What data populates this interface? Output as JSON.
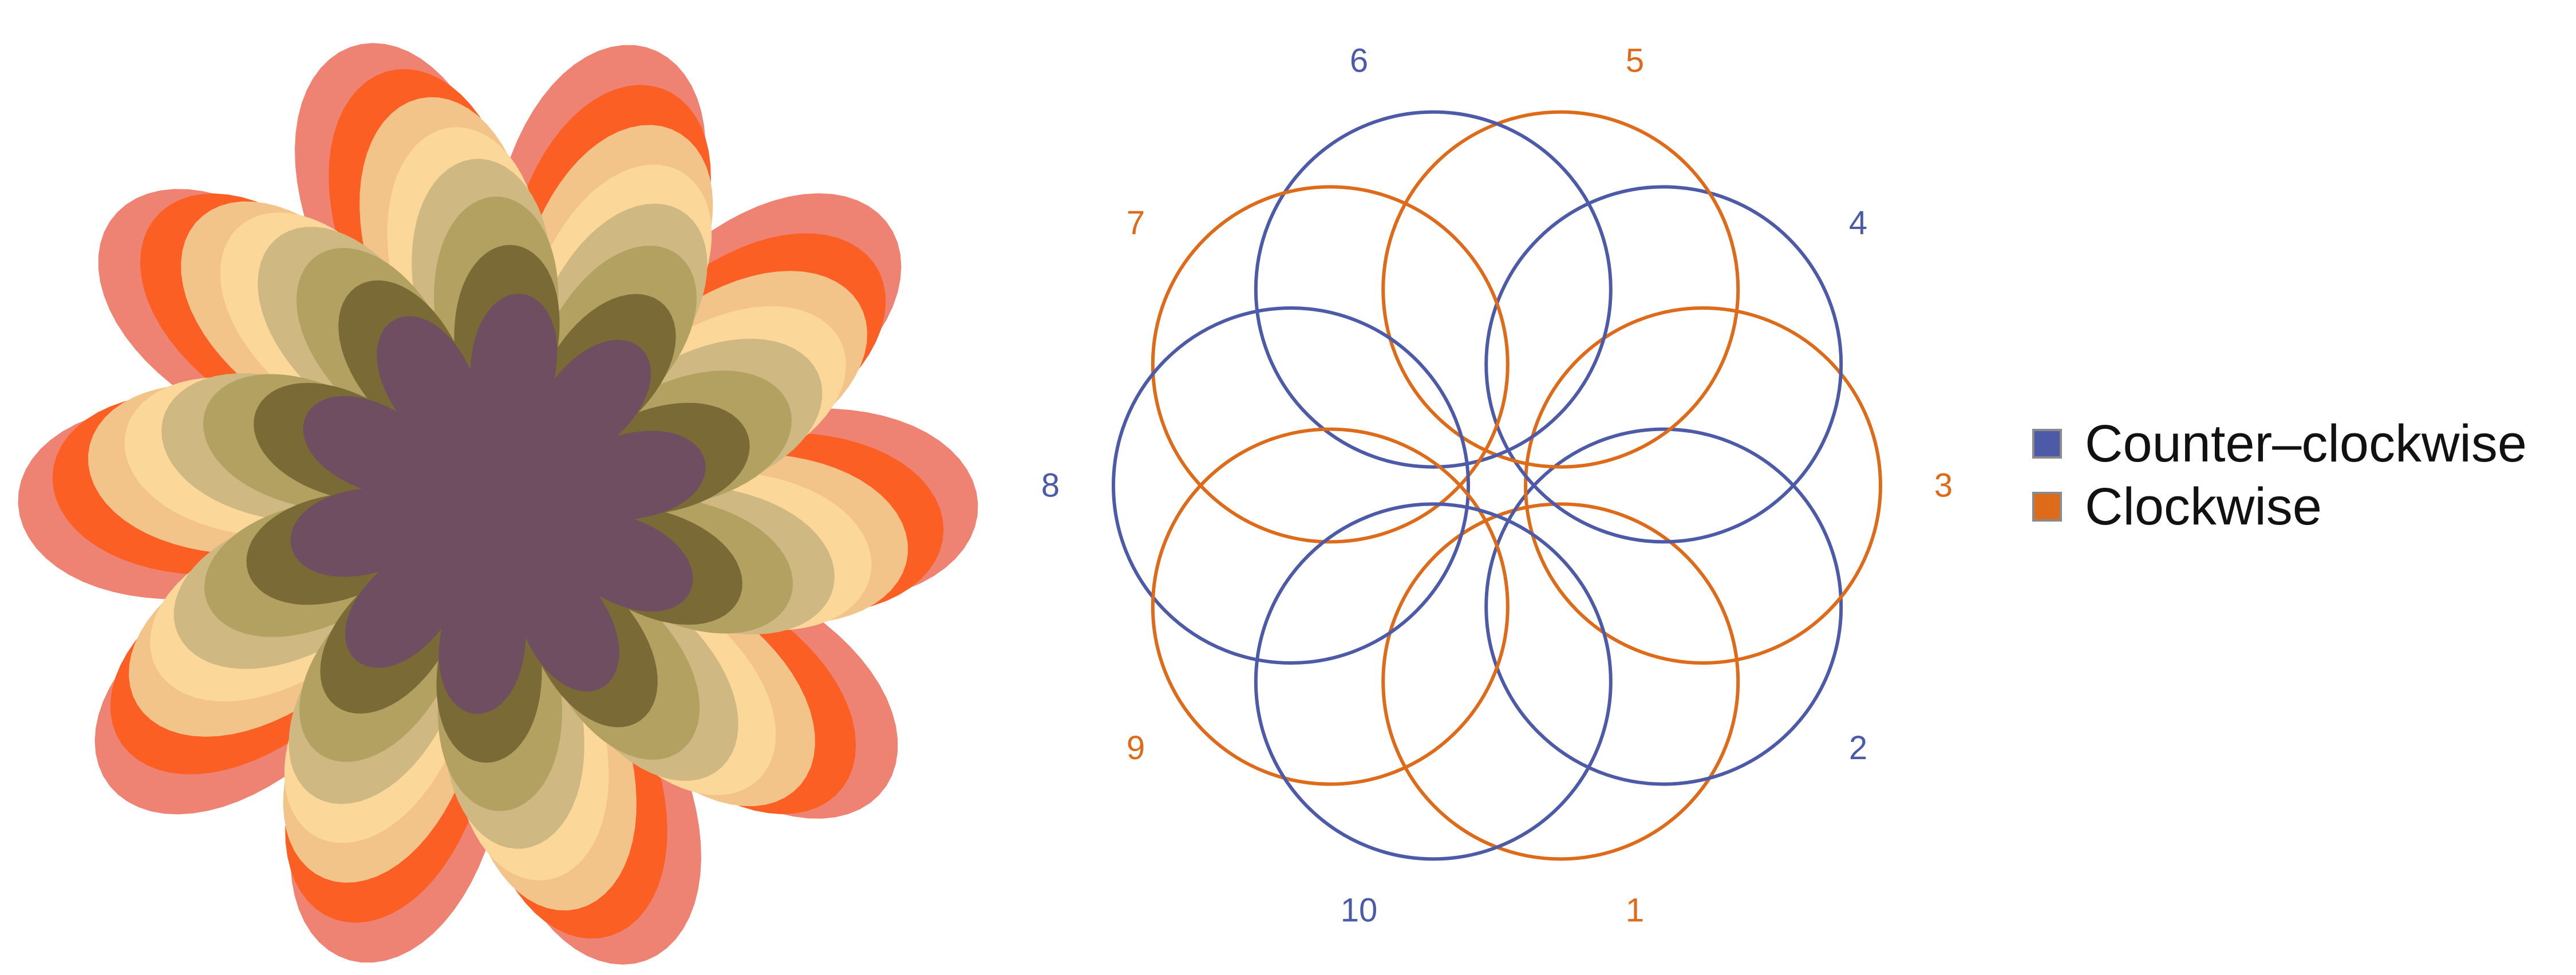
{
  "colors": {
    "counter_clockwise": "#4d5aa8",
    "clockwise": "#dd6b19",
    "flower_layers": [
      "#ef8373",
      "#fb5f24",
      "#f3c48a",
      "#fbd79a",
      "#d0b882",
      "#b2a161",
      "#7a6a36",
      "#6e4e60"
    ]
  },
  "circles": [
    {
      "label": "1",
      "direction": "clockwise"
    },
    {
      "label": "2",
      "direction": "counter_clockwise"
    },
    {
      "label": "3",
      "direction": "clockwise"
    },
    {
      "label": "4",
      "direction": "counter_clockwise"
    },
    {
      "label": "5",
      "direction": "clockwise"
    },
    {
      "label": "6",
      "direction": "counter_clockwise"
    },
    {
      "label": "7",
      "direction": "clockwise"
    },
    {
      "label": "8",
      "direction": "counter_clockwise"
    },
    {
      "label": "9",
      "direction": "clockwise"
    },
    {
      "label": "10",
      "direction": "counter_clockwise"
    }
  ],
  "legend": {
    "items": [
      {
        "label": "Counter–clockwise",
        "color_key": "counter_clockwise"
      },
      {
        "label": "Clockwise",
        "color_key": "clockwise"
      }
    ]
  }
}
